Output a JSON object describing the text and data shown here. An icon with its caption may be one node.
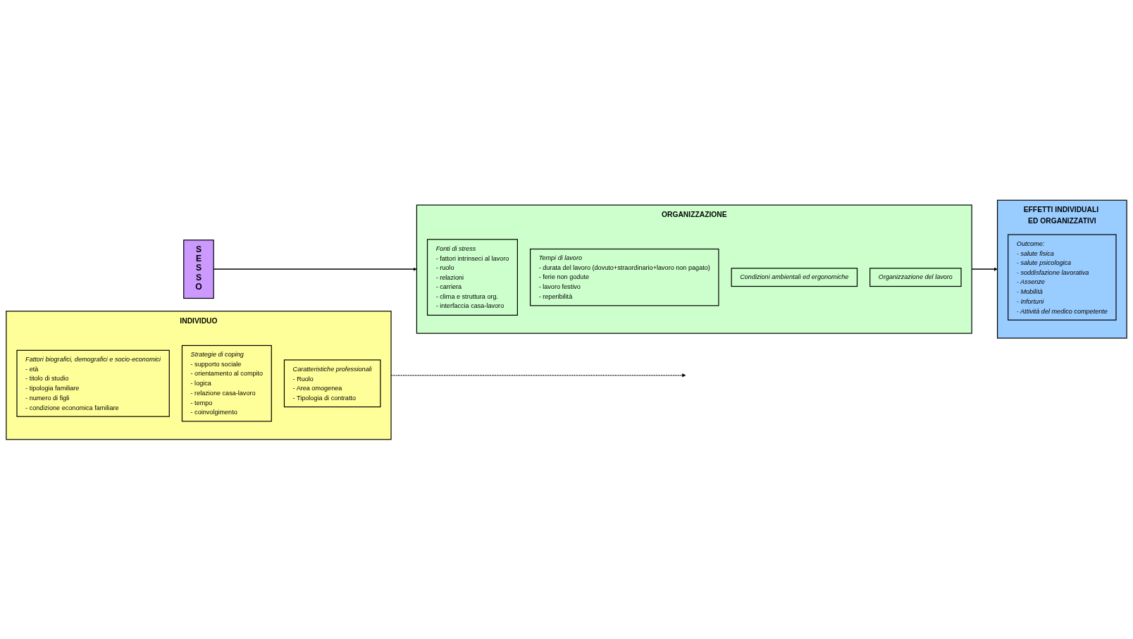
{
  "diagram": {
    "nodes": [
      {
        "text": [
          "SESSO"
        ]
      },
      {
        "text": [
          "ORGANIZZAZIONE"
        ]
      },
      {
        "text": [
          "Fonti di stress",
          "- fattori intrinseci al lavoro",
          "- ruolo",
          "- relazioni",
          "- carriera",
          "- clima e struttura org.",
          "- interfaccia casa-lavoro"
        ],
        "in": 1
      },
      {
        "text": [
          "Tempi di lavoro",
          "- durata del lavoro (dovuto+straordinario+lavoro non pagato)",
          "- ferie non godute",
          "- lavoro festivo",
          "- reperibilità"
        ],
        "in": 1
      },
      {
        "text": [
          "Condizioni ambientali ed ergonomiche"
        ],
        "in": 1
      },
      {
        "text": [
          "Organizzazione del lavoro"
        ],
        "in": 1
      },
      {
        "text": [
          "INDIVIDUO"
        ]
      },
      {
        "text": [
          "Fattori biografici, demografici e socio-economici",
          "- età",
          "- titolo di studio",
          "- tipologia familiare",
          "- numero di figli",
          "- condizione economica familiare"
        ],
        "in": 6
      },
      {
        "text": [
          "Strategie di coping",
          "- supporto sociale",
          "- orientamento al compito",
          "- logica",
          "- relazione casa-lavoro",
          "- tempo",
          "- coinvolgimento"
        ],
        "in": 6
      },
      {
        "text": [
          "Caratteristiche professionali",
          "- Ruolo",
          "- Area omogenea",
          "- Tipologia di contratto"
        ],
        "in": 6
      },
      {
        "text": [
          "EFFETTI INDIVIDUALI ED ORGANIZZATIVI"
        ]
      },
      {
        "text": [
          "Outcome:",
          "- salute fisica",
          "- salute psicologica",
          "- soddisfazione lavorativa",
          "- Assenze",
          "- Mobilità",
          "- Infortuni",
          "- Attività del medico competente"
        ],
        "in": 10
      }
    ],
    "edges": [
      {
        "from": 0,
        "to": 1,
        "arrow": "to"
      },
      {
        "from": 1,
        "to": 10,
        "arrow": "to"
      },
      {
        "from": 6,
        "to": null,
        "arrow": "to",
        "style": "dashed"
      }
    ]
  }
}
